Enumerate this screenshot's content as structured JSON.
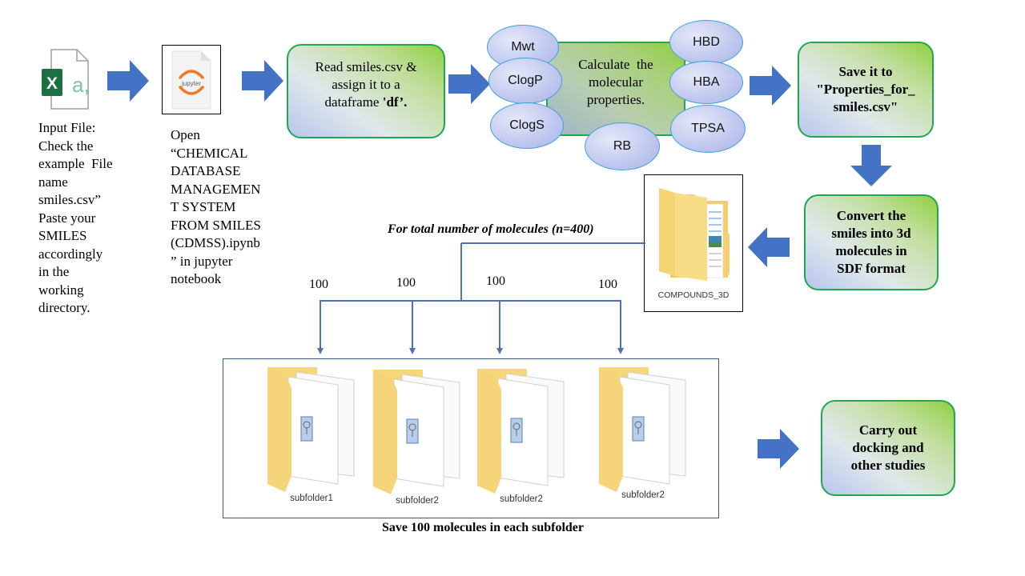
{
  "colors": {
    "arrow_fill": "#4472c4",
    "box_border": "#1fa84f",
    "ellipse_border": "#3ea2d8",
    "connector_line": "#4a72b5",
    "folder_yellow": "#f7d774"
  },
  "steps": {
    "input_file": {
      "icon": "excel-csv-file-icon",
      "text_lines": [
        "Input File:",
        "Check the",
        "example  File",
        "name",
        "smiles.csv”",
        "Paste your",
        "SMILES",
        "accordingly",
        "in the",
        "working",
        "directory."
      ]
    },
    "open_notebook": {
      "icon": "jupyter-notebook-icon",
      "icon_label": "jupyter",
      "text_lines": [
        "Open",
        "“CHEMICAL",
        "DATABASE",
        "MANAGEMEN",
        "T SYSTEM",
        "FROM SMILES",
        "(CDMSS).ipynb",
        "” in jupyter",
        "notebook"
      ]
    },
    "read_csv": {
      "line1": "Read smiles.csv &",
      "line2": "assign it to a",
      "line3_prefix": "dataframe ",
      "line3_bold": "'df’."
    },
    "calculate": {
      "line1": "Calculate  the",
      "line2": "molecular",
      "line3": "properties.",
      "properties": [
        "Mwt",
        "ClogP",
        "ClogS",
        "HBD",
        "HBA",
        "TPSA",
        "RB"
      ]
    },
    "save_properties": {
      "line1": "Save it to",
      "line2": "\"Properties_for_",
      "line3": "smiles.csv\""
    },
    "convert_3d": {
      "line1": "Convert the",
      "line2": "smiles into 3d",
      "line3": "molecules in",
      "line4": "SDF format"
    },
    "compounds_folder": {
      "label": "COMPOUNDS_3D"
    },
    "split": {
      "title": "For total number of molecules (n=400)",
      "counts": [
        "100",
        "100",
        "100",
        "100"
      ]
    },
    "subfolders": {
      "items": [
        "subfolder1",
        "subfolder2",
        "subfolder2",
        "subfolder2"
      ],
      "caption": "Save 100 molecules in each subfolder"
    },
    "docking": {
      "line1": "Carry out",
      "line2": "docking and",
      "line3": "other studies"
    }
  }
}
